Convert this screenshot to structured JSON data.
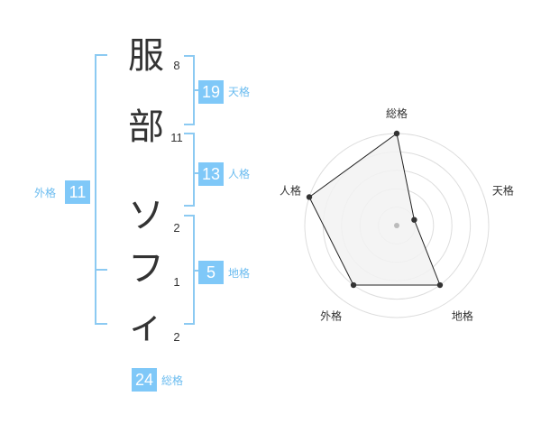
{
  "name": {
    "chars": [
      "服",
      "部",
      "ソ",
      "フ",
      "ィ"
    ],
    "strokes": [
      "8",
      "11",
      "2",
      "1",
      "2"
    ]
  },
  "kakusu": {
    "tenkaku": {
      "value": "19",
      "label": "天格"
    },
    "jinkaku": {
      "value": "13",
      "label": "人格"
    },
    "chikaku": {
      "value": "5",
      "label": "地格"
    },
    "gaikaku": {
      "value": "11",
      "label": "外格"
    },
    "soukaku": {
      "value": "24",
      "label": "総格"
    }
  },
  "radar": {
    "axes": [
      "総格",
      "天格",
      "地格",
      "外格",
      "人格"
    ],
    "values": [
      1.0,
      0.2,
      0.8,
      0.8,
      1.0
    ],
    "rings": 5,
    "colors": {
      "ring": "#dddddd",
      "fill": "#f2f2f2",
      "line": "#222222",
      "point": "#333333",
      "center": "#bbbbbb"
    }
  }
}
